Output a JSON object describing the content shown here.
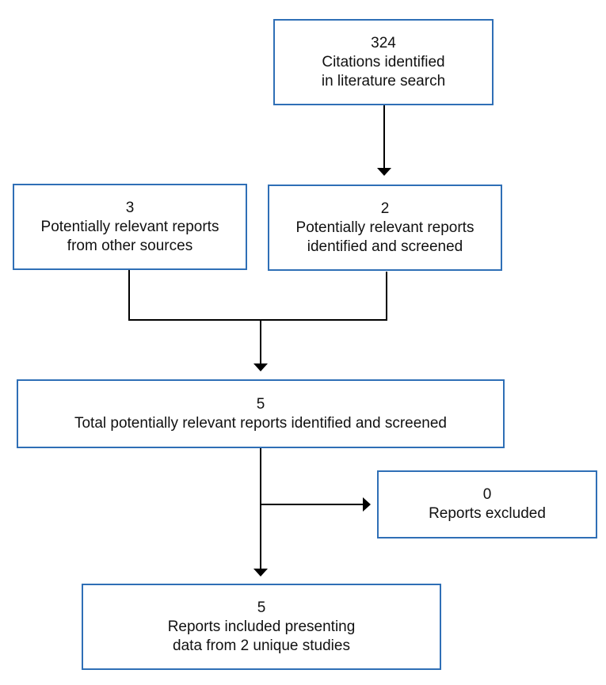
{
  "boxes": {
    "literature_search": {
      "count": "324",
      "line1": "Citations identified",
      "line2": "in literature search"
    },
    "other_sources": {
      "count": "3",
      "line1": "Potentially relevant reports",
      "line2": "from other sources"
    },
    "screened": {
      "count": "2",
      "line1": "Potentially relevant reports",
      "line2": "identified and screened"
    },
    "total_screened": {
      "count": "5",
      "line1": "Total potentially relevant reports identified and screened"
    },
    "excluded": {
      "count": "0",
      "line1": "Reports excluded"
    },
    "included": {
      "count": "5",
      "line1": "Reports included presenting",
      "line2": "data from 2 unique studies"
    }
  },
  "colors": {
    "box_border": "#2f6fb6",
    "connector": "#000000"
  }
}
